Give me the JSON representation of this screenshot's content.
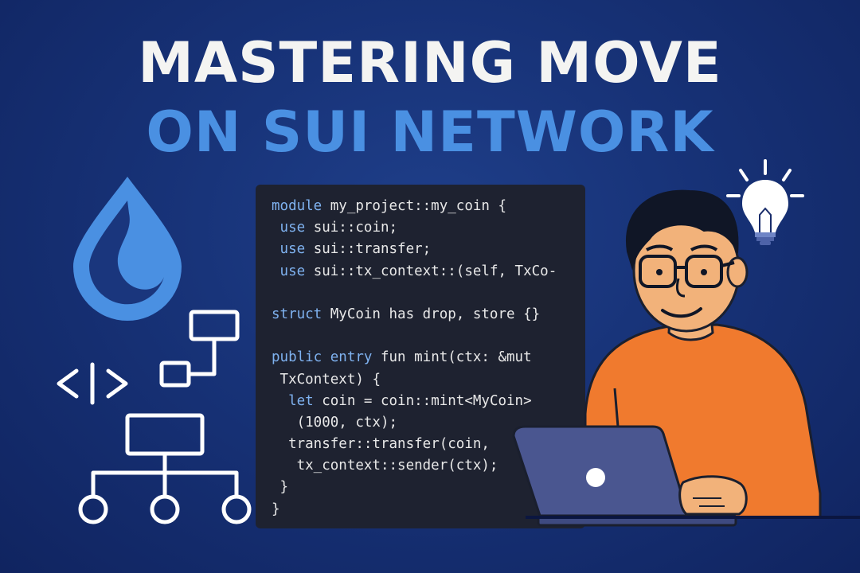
{
  "title": {
    "line1": "MASTERING MOVE",
    "line2": "ON SUI NETWORK"
  },
  "colors": {
    "background": "#173277",
    "title_primary": "#f4f4f2",
    "title_accent": "#4a90e2",
    "code_background": "#1e2230",
    "keyword": "#7fb2f0",
    "shirt": "#f07a2e",
    "laptop": "#4a5690"
  },
  "code": [
    {
      "indent": "",
      "kw": "module",
      "rest": " my_project::my_coin {"
    },
    {
      "indent": " ",
      "kw": "use",
      "rest": " sui::coin;"
    },
    {
      "indent": " ",
      "kw": "use",
      "rest": " sui::transfer;"
    },
    {
      "indent": " ",
      "kw": "use",
      "rest": " sui::tx_context::(self, TxCo-"
    },
    {
      "indent": "",
      "kw": "",
      "rest": ""
    },
    {
      "indent": "",
      "kw": "struct",
      "rest": " MyCoin has drop, store {}"
    },
    {
      "indent": "",
      "kw": "",
      "rest": ""
    },
    {
      "indent": "",
      "kw": "public entry",
      "rest": " fun mint(ctx: &mut"
    },
    {
      "indent": " ",
      "kw": "",
      "rest": "TxContext) {"
    },
    {
      "indent": "  ",
      "kw": "let",
      "rest": " coin = coin::mint<MyCoin>"
    },
    {
      "indent": "   ",
      "kw": "",
      "rest": "(1000, ctx);"
    },
    {
      "indent": "  ",
      "kw": "",
      "rest": "transfer::transfer(coin,"
    },
    {
      "indent": "   ",
      "kw": "",
      "rest": "tx_context::sender(ctx);"
    },
    {
      "indent": " ",
      "kw": "",
      "rest": "}"
    },
    {
      "indent": "",
      "kw": "",
      "rest": "}"
    }
  ],
  "icons": [
    "sui-drop-logo-icon",
    "code-brackets-icon",
    "flow-diagram-icon",
    "tree-diagram-icon",
    "lightbulb-icon",
    "laptop-icon",
    "developer-illustration"
  ]
}
